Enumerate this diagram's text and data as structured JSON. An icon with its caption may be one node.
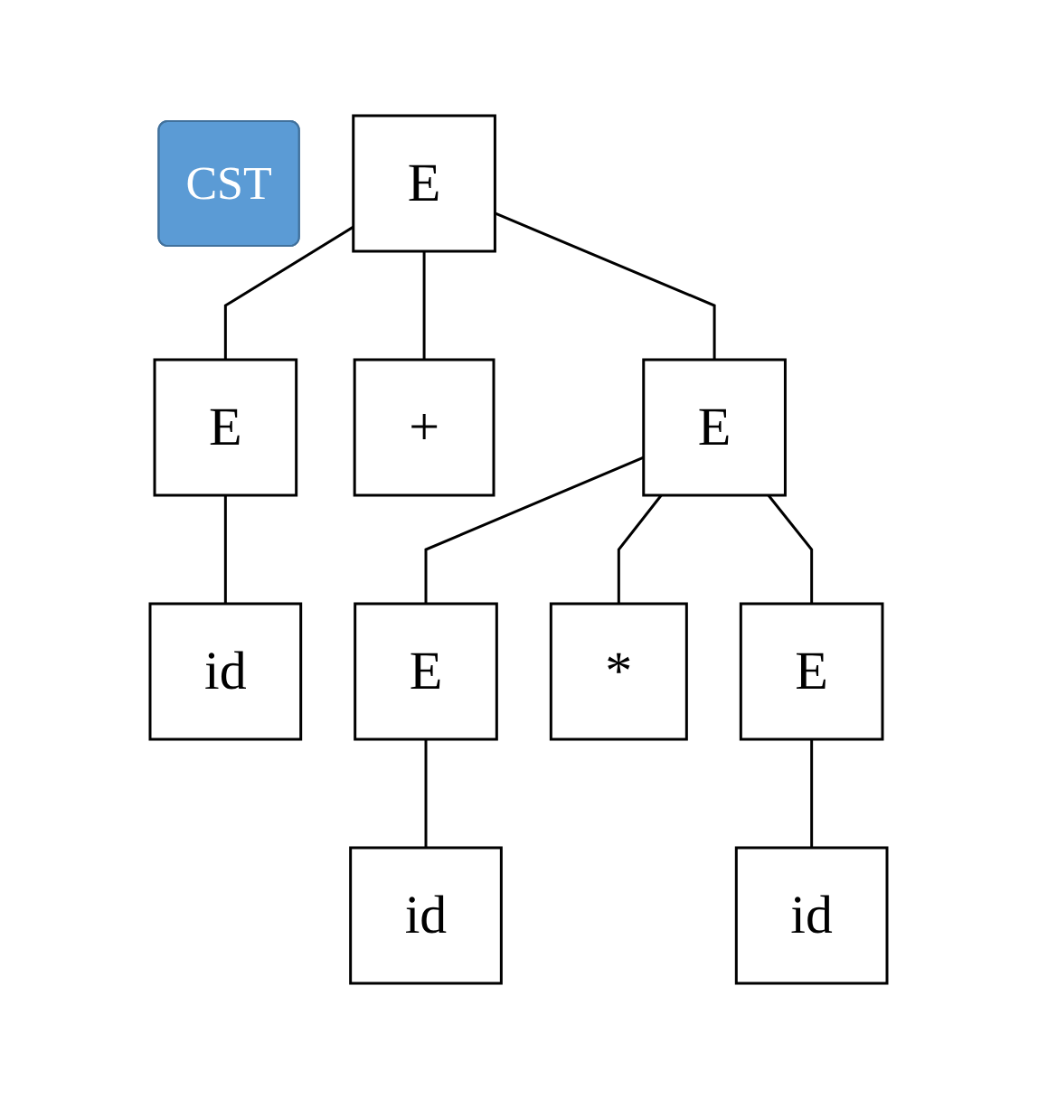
{
  "diagram": {
    "nodes": [
      {
        "text": [
          "CST"
        ]
      },
      {
        "text": [
          "E"
        ]
      },
      {
        "text": [
          "E"
        ]
      },
      {
        "text": [
          "+"
        ]
      },
      {
        "text": [
          "E"
        ]
      },
      {
        "text": [
          "id"
        ]
      },
      {
        "text": [
          "E"
        ]
      },
      {
        "text": [
          "*"
        ]
      },
      {
        "text": [
          "E"
        ]
      },
      {
        "text": [
          "id"
        ]
      },
      {
        "text": [
          "id"
        ]
      }
    ],
    "edges": [
      {
        "from": 1,
        "to": 2,
        "arrow": "none"
      },
      {
        "from": 1,
        "to": 3,
        "arrow": "none"
      },
      {
        "from": 1,
        "to": 4,
        "arrow": "none"
      },
      {
        "from": 2,
        "to": 5,
        "arrow": "none"
      },
      {
        "from": 4,
        "to": 6,
        "arrow": "none"
      },
      {
        "from": 4,
        "to": 7,
        "arrow": "none"
      },
      {
        "from": 4,
        "to": 8,
        "arrow": "none"
      },
      {
        "from": 6,
        "to": 9,
        "arrow": "none"
      },
      {
        "from": 8,
        "to": 10,
        "arrow": "none"
      }
    ]
  }
}
